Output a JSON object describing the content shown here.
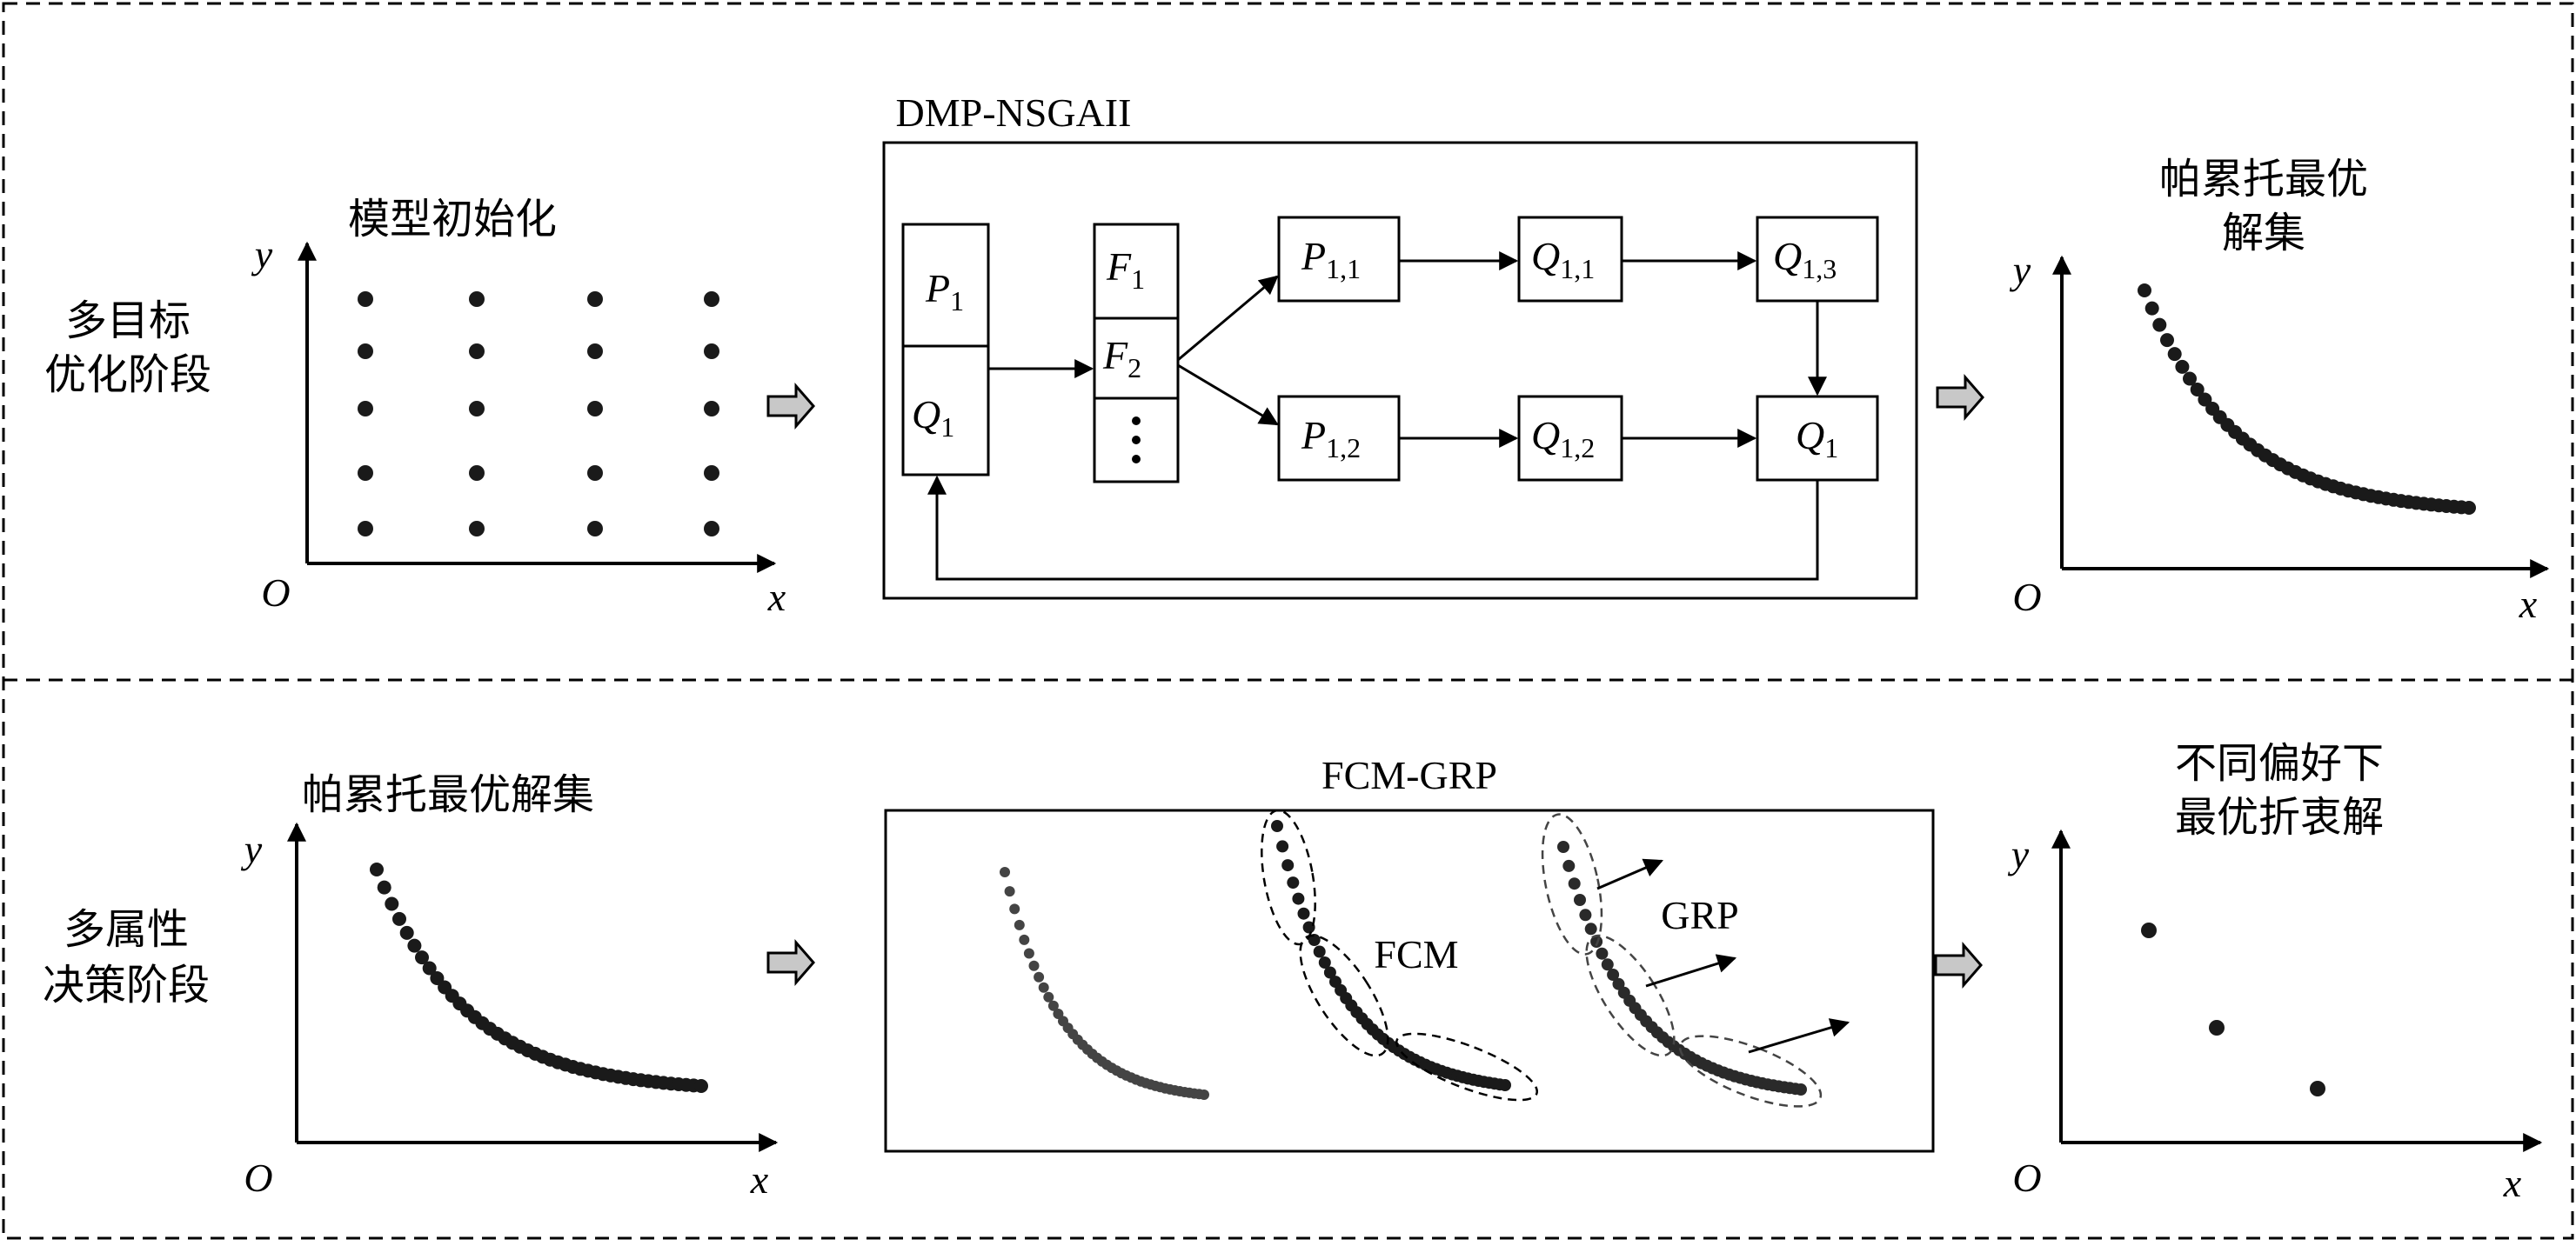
{
  "colors": {
    "ink": "#000000",
    "dot": "#1a1a1a",
    "curve_gray": "#444444",
    "arrow_fill": "#c8c8c8"
  },
  "stage1": {
    "label_lines": [
      "多目标",
      "优化阶段"
    ],
    "init_title": "模型初始化",
    "axis_origin": "O",
    "axis_x": "x",
    "axis_y": "y",
    "algo_title": "DMP-NSGAII",
    "box_p1": "P",
    "box_p1_sub": "1",
    "box_q1": "Q",
    "box_q1_sub": "1",
    "front_f1": "F",
    "front_f1_sub": "1",
    "front_f2": "F",
    "front_f2_sub": "2",
    "p11": "P",
    "p11_sub": "1,1",
    "q11": "Q",
    "q11_sub": "1,1",
    "q13": "Q",
    "q13_sub": "1,3",
    "p12": "P",
    "p12_sub": "1,2",
    "q12": "Q",
    "q12_sub": "1,2",
    "q1b": "Q",
    "q1b_sub": "1",
    "result_title_lines": [
      "帕累托最优",
      "解集"
    ]
  },
  "stage2": {
    "label_lines": [
      "多属性",
      "决策阶段"
    ],
    "pareto_title": "帕累托最优解集",
    "algo_title": "FCM-GRP",
    "fcm_label": "FCM",
    "grp_label": "GRP",
    "result_title_lines": [
      "不同偏好下",
      "最优折衷解"
    ]
  }
}
